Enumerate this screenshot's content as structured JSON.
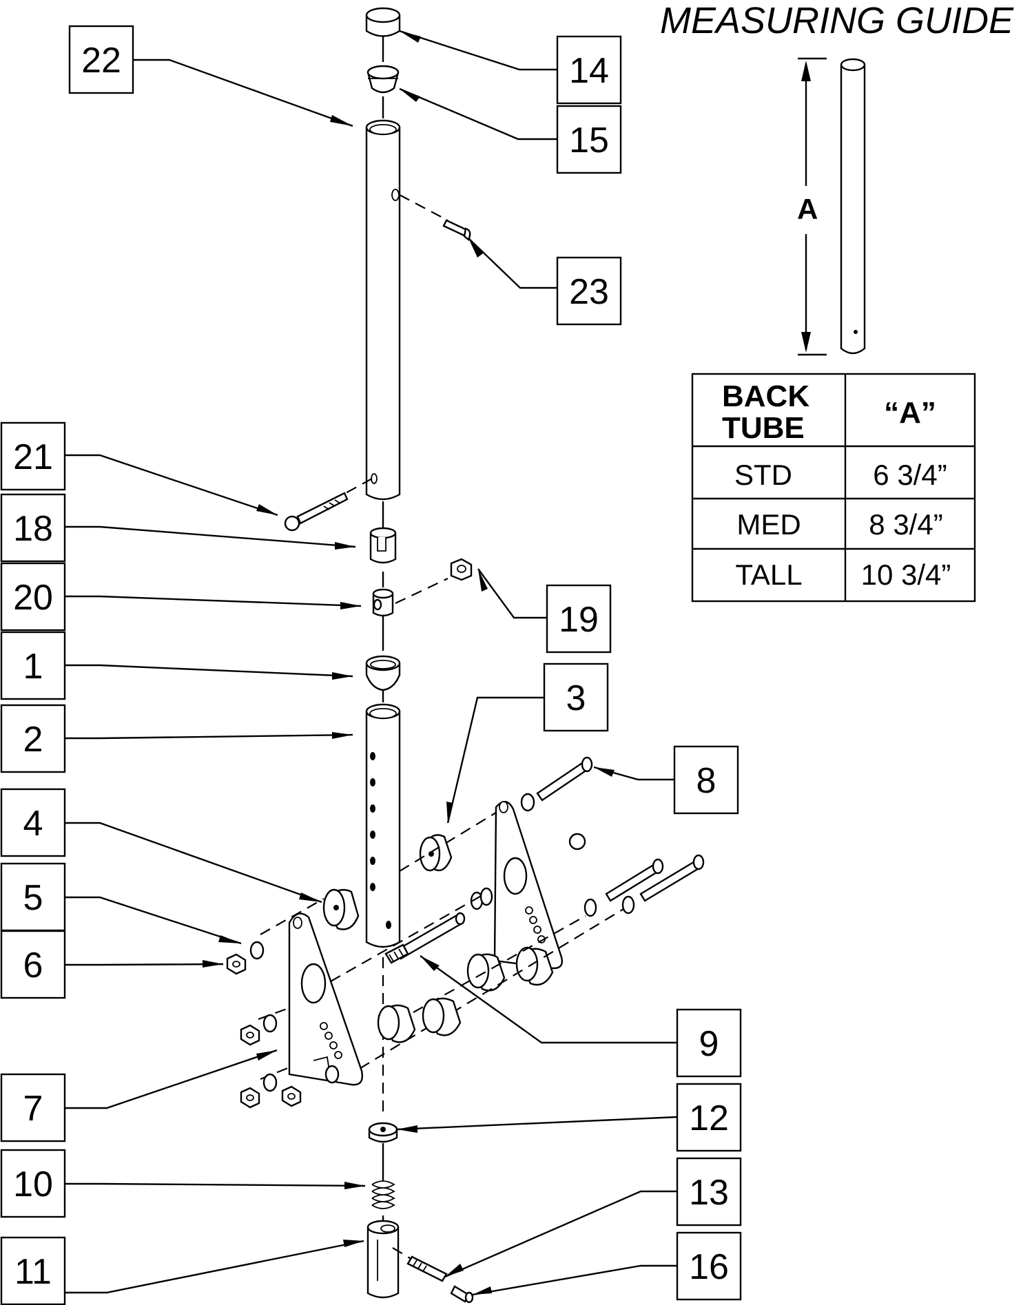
{
  "measuring_guide": {
    "title": "MEASURING GUIDE",
    "dimension_label": "A"
  },
  "table": {
    "header": [
      "BACK\nTUBE",
      "“A”"
    ],
    "header_col1_line1": "BACK",
    "header_col1_line2": "TUBE",
    "header_col2": "“A”",
    "rows": [
      [
        "STD",
        "6 3/4”"
      ],
      [
        "MED",
        "8 3/4”"
      ],
      [
        "TALL",
        "10 3/4”"
      ]
    ]
  },
  "callouts": [
    "1",
    "2",
    "3",
    "4",
    "5",
    "6",
    "7",
    "8",
    "9",
    "10",
    "11",
    "12",
    "13",
    "14",
    "15",
    "16",
    "18",
    "19",
    "20",
    "21",
    "22",
    "23"
  ]
}
